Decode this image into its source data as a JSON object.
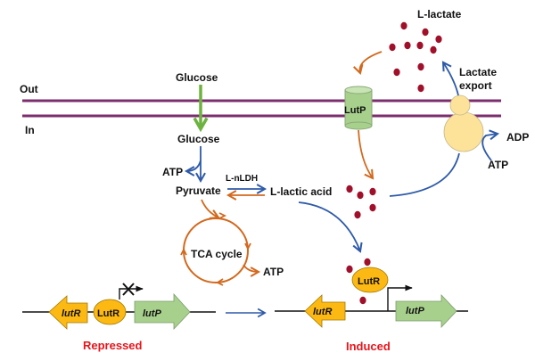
{
  "labels": {
    "out": "Out",
    "in": "In",
    "glucose_out": "Glucose",
    "glucose_in": "Glucose",
    "atp_glycolysis": "ATP",
    "enzyme": "L-nLDH",
    "pyruvate": "Pyruvate",
    "lactic_acid": "L-lactic acid",
    "tca_cycle": "TCA cycle",
    "atp_tca": "ATP",
    "l_lactate": "L-lactate",
    "lactate_export_1": "Lactate",
    "lactate_export_2": "export",
    "adp": "ADP",
    "atp_export": "ATP",
    "transporter": "LutP"
  },
  "repressed": {
    "gene_left": "lutR",
    "protein": "LutR",
    "gene_right": "lutP",
    "state": "Repressed"
  },
  "induced": {
    "gene_left": "lutR",
    "protein": "LutR",
    "gene_right": "lutP",
    "state": "Induced"
  },
  "colors": {
    "membrane": "#7b2d6e",
    "glucose_arrow": "#6db33f",
    "blue_arrow": "#2e5aa8",
    "orange_arrow": "#d2691e",
    "lactate_dot": "#a0102a",
    "lutp_fill": "#a8d08d",
    "exporter_fill": "#fde39a",
    "lutr_fill": "#fdb913",
    "state_text": "#e8141b"
  }
}
